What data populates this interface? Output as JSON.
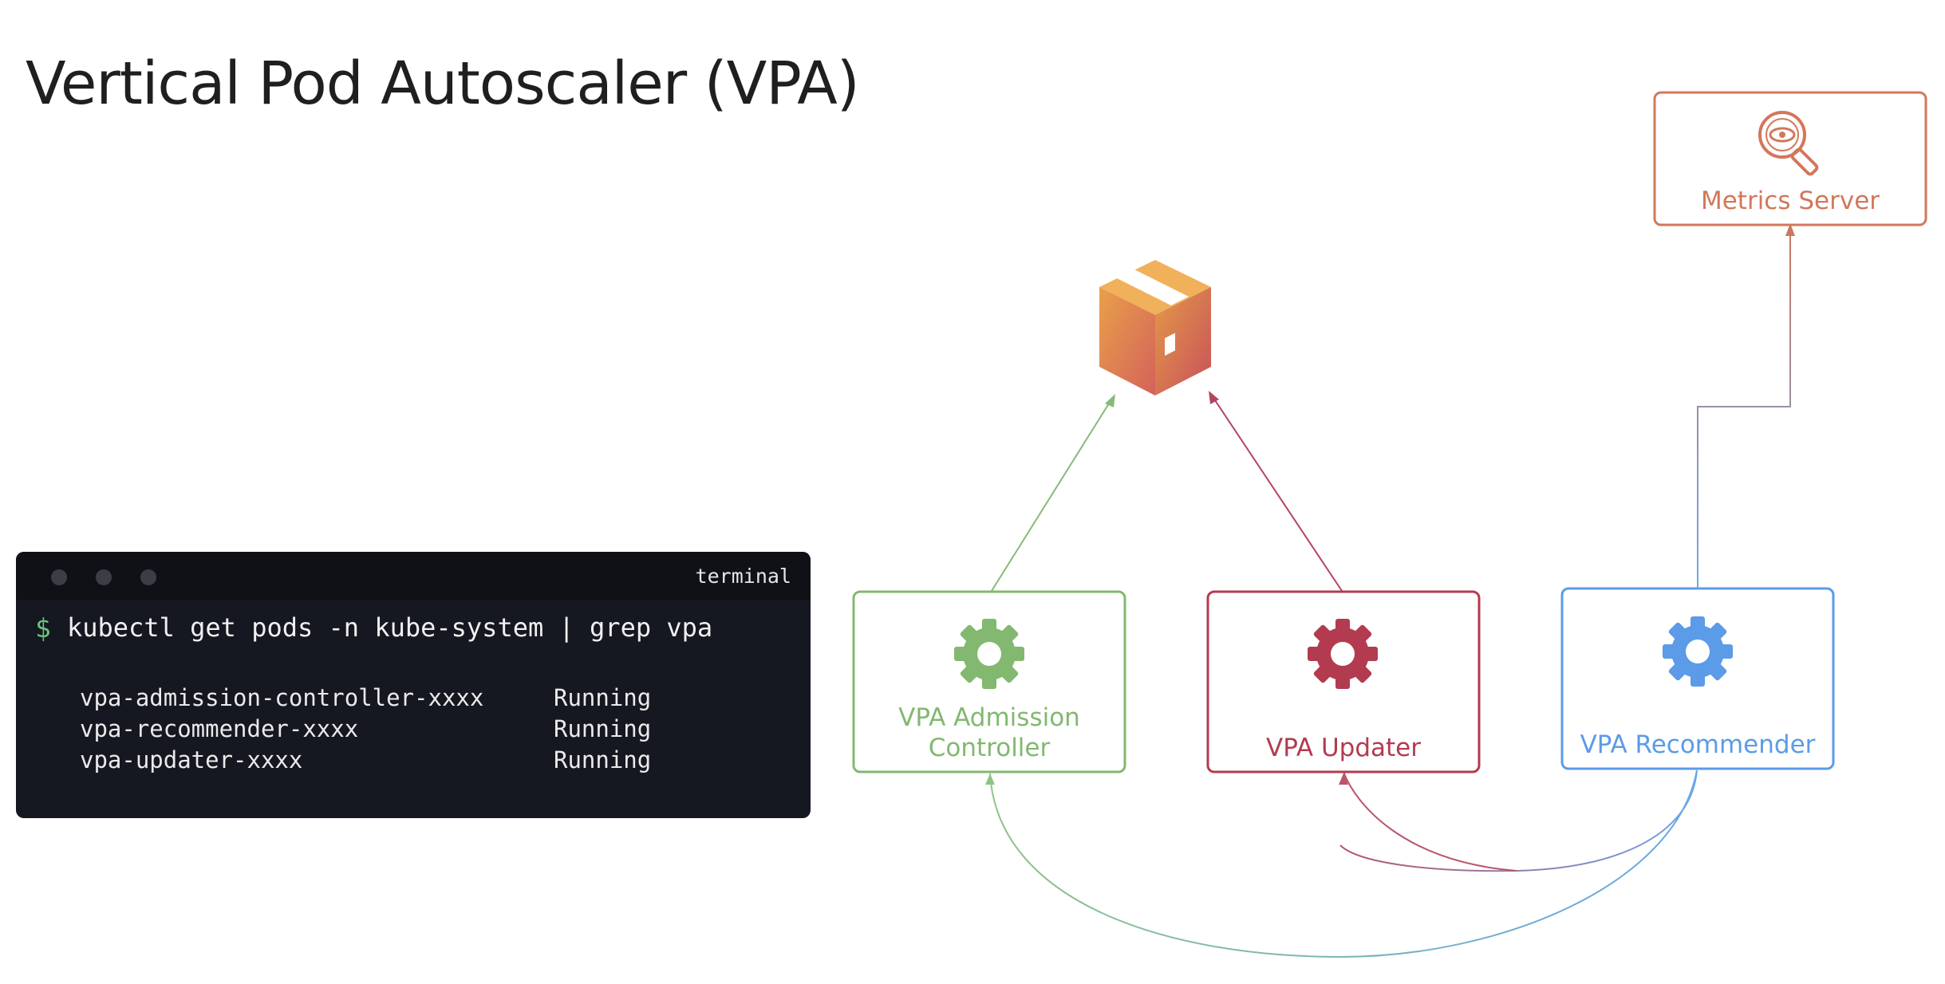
{
  "slide": {
    "title": "Vertical Pod Autoscaler (VPA)"
  },
  "terminal": {
    "window_title": "terminal",
    "prompt": "$",
    "command": "kubectl get pods -n kube-system | grep vpa",
    "rows": [
      {
        "name": "vpa-admission-controller-xxxx",
        "status": "Running"
      },
      {
        "name": "vpa-recommender-xxxx",
        "status": "Running"
      },
      {
        "name": "vpa-updater-xxxx",
        "status": "Running"
      }
    ]
  },
  "diagram": {
    "pod": {
      "icon": "box-icon"
    },
    "metrics_server": {
      "label": "Metrics Server",
      "icon": "magnifier-eye-icon",
      "color": "#d3775a"
    },
    "admission_controller": {
      "label_line1": "VPA Admission",
      "label_line2": "Controller",
      "icon": "gear-icon",
      "color": "#82b86f"
    },
    "updater": {
      "label": "VPA Updater",
      "icon": "gear-icon",
      "color": "#b33b4f"
    },
    "recommender": {
      "label": "VPA Recommender",
      "icon": "gear-icon",
      "color": "#5b9be8"
    }
  }
}
